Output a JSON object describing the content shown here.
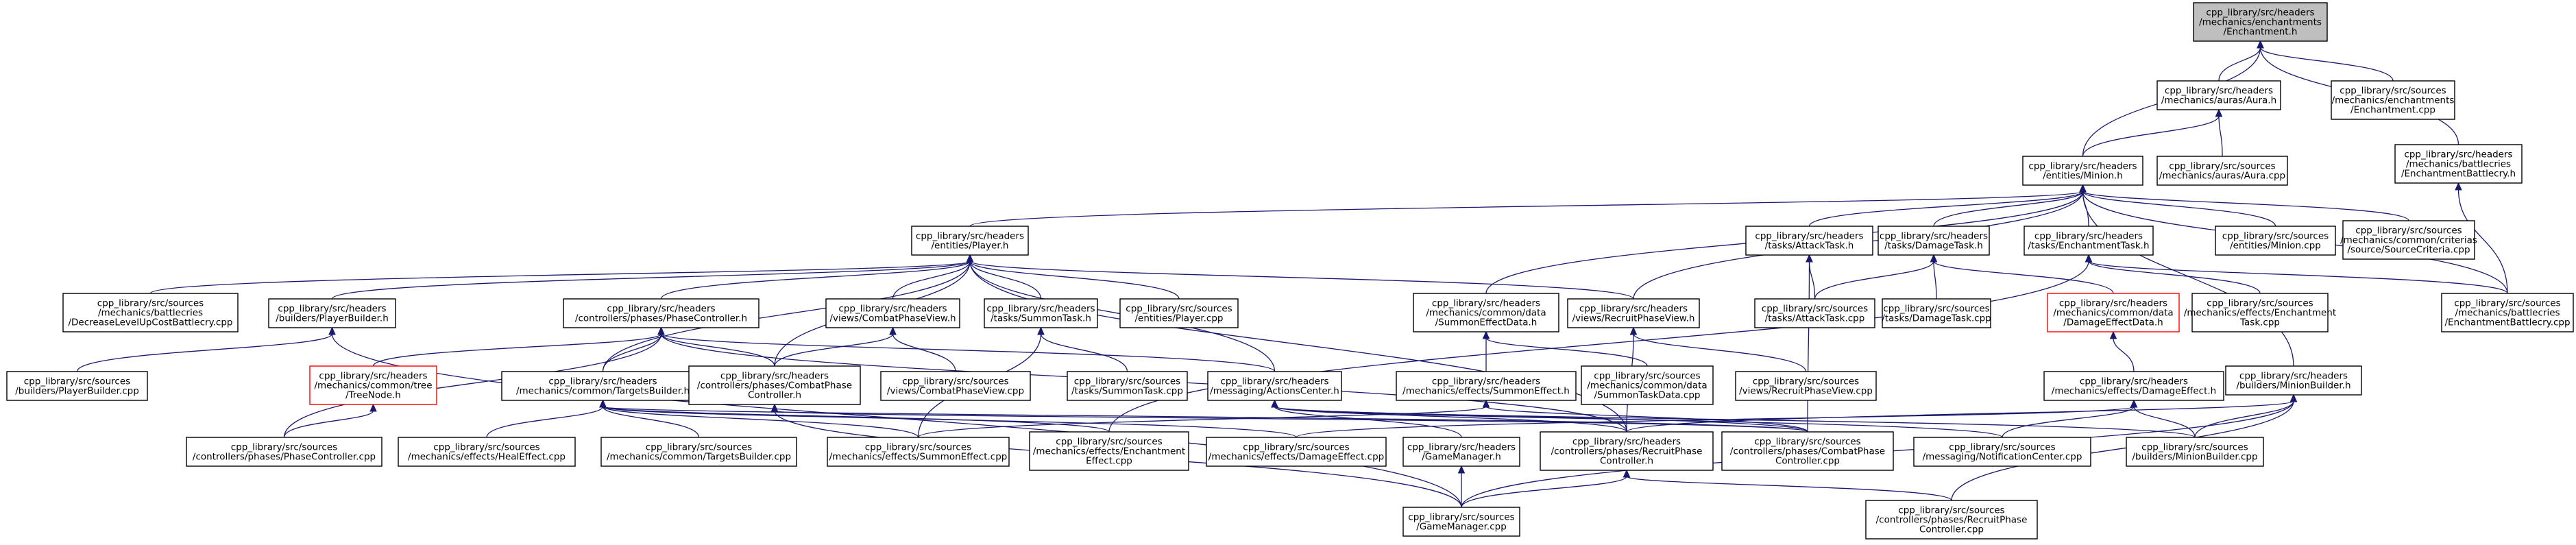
{
  "graph": {
    "type": "include-dependency-graph",
    "colors": {
      "edge": "#191970",
      "node_border": "#000000",
      "node_fill": "#ffffff",
      "focus_fill": "#bfbfbf",
      "incomplete_border": "#ff0000"
    },
    "nodes": [
      {
        "id": "enchantment_h",
        "lines": [
          "cpp_library/src/headers",
          "/mechanics/enchantments",
          "/Enchantment.h"
        ],
        "style": "focus"
      },
      {
        "id": "aura_h",
        "lines": [
          "cpp_library/src/headers",
          "/mechanics/auras/Aura.h"
        ],
        "style": "normal"
      },
      {
        "id": "enchantment_cpp",
        "lines": [
          "cpp_library/src/sources",
          "/mechanics/enchantments",
          "/Enchantment.cpp"
        ],
        "style": "normal"
      },
      {
        "id": "minion_h",
        "lines": [
          "cpp_library/src/headers",
          "/entities/Minion.h"
        ],
        "style": "normal"
      },
      {
        "id": "aura_cpp",
        "lines": [
          "cpp_library/src/sources",
          "/mechanics/auras/Aura.cpp"
        ],
        "style": "normal"
      },
      {
        "id": "ench_battlecry_h",
        "lines": [
          "cpp_library/src/headers",
          "/mechanics/battlecries",
          "/EnchantmentBattlecry.h"
        ],
        "style": "normal"
      },
      {
        "id": "player_h",
        "lines": [
          "cpp_library/src/headers",
          "/entities/Player.h"
        ],
        "style": "normal"
      },
      {
        "id": "attacktask_h",
        "lines": [
          "cpp_library/src/headers",
          "/tasks/AttackTask.h"
        ],
        "style": "normal"
      },
      {
        "id": "damagetask_h",
        "lines": [
          "cpp_library/src/headers",
          "/tasks/DamageTask.h"
        ],
        "style": "normal"
      },
      {
        "id": "enchtask_h",
        "lines": [
          "cpp_library/src/headers",
          "/tasks/EnchantmentTask.h"
        ],
        "style": "normal"
      },
      {
        "id": "minion_cpp",
        "lines": [
          "cpp_library/src/sources",
          "/entities/Minion.cpp"
        ],
        "style": "normal"
      },
      {
        "id": "sourcecriteria_cpp",
        "lines": [
          "cpp_library/src/sources",
          "/mechanics/common/criterias",
          "/source/SourceCriteria.cpp"
        ],
        "style": "normal"
      },
      {
        "id": "decrease_cpp",
        "lines": [
          "cpp_library/src/sources",
          "/mechanics/battlecries",
          "/DecreaseLevelUpCostBattlecry.cpp"
        ],
        "style": "normal"
      },
      {
        "id": "playerbuilder_h",
        "lines": [
          "cpp_library/src/headers",
          "/builders/PlayerBuilder.h"
        ],
        "style": "normal"
      },
      {
        "id": "phasecontroller_h",
        "lines": [
          "cpp_library/src/headers",
          "/controllers/phases/PhaseController.h"
        ],
        "style": "normal"
      },
      {
        "id": "combatview_h",
        "lines": [
          "cpp_library/src/headers",
          "/views/CombatPhaseView.h"
        ],
        "style": "normal"
      },
      {
        "id": "summontask_h",
        "lines": [
          "cpp_library/src/headers",
          "/tasks/SummonTask.h"
        ],
        "style": "normal"
      },
      {
        "id": "player_cpp",
        "lines": [
          "cpp_library/src/sources",
          "/entities/Player.cpp"
        ],
        "style": "normal"
      },
      {
        "id": "summondata_h",
        "lines": [
          "cpp_library/src/headers",
          "/mechanics/common/data",
          "/SummonEffectData.h"
        ],
        "style": "normal"
      },
      {
        "id": "recruitview_h",
        "lines": [
          "cpp_library/src/headers",
          "/views/RecruitPhaseView.h"
        ],
        "style": "normal"
      },
      {
        "id": "attacktask_cpp",
        "lines": [
          "cpp_library/src/sources",
          "/tasks/AttackTask.cpp"
        ],
        "style": "normal"
      },
      {
        "id": "damagetask_cpp",
        "lines": [
          "cpp_library/src/sources",
          "/tasks/DamageTask.cpp"
        ],
        "style": "normal"
      },
      {
        "id": "damagedata_h",
        "lines": [
          "cpp_library/src/headers",
          "/mechanics/common/data",
          "/DamageEffectData.h"
        ],
        "style": "incomplete"
      },
      {
        "id": "enchtask_cpp",
        "lines": [
          "cpp_library/src/sources",
          "/mechanics/effects/Enchantment",
          "Task.cpp"
        ],
        "style": "normal"
      },
      {
        "id": "ench_battlecry_cpp",
        "lines": [
          "cpp_library/src/sources",
          "/mechanics/battlecries",
          "/EnchantmentBattlecry.cpp"
        ],
        "style": "normal"
      },
      {
        "id": "playerbuilder_cpp",
        "lines": [
          "cpp_library/src/sources",
          "/builders/PlayerBuilder.cpp"
        ],
        "style": "normal"
      },
      {
        "id": "treenode_h",
        "lines": [
          "cpp_library/src/headers",
          "/mechanics/common/tree",
          "/TreeNode.h"
        ],
        "style": "incomplete"
      },
      {
        "id": "targetsbuilder_h",
        "lines": [
          "cpp_library/src/headers",
          "/mechanics/common/TargetsBuilder.h"
        ],
        "style": "normal"
      },
      {
        "id": "combatcontroller_h",
        "lines": [
          "cpp_library/src/headers",
          "/controllers/phases/CombatPhase",
          "Controller.h"
        ],
        "style": "normal"
      },
      {
        "id": "combatview_cpp",
        "lines": [
          "cpp_library/src/sources",
          "/views/CombatPhaseView.cpp"
        ],
        "style": "normal"
      },
      {
        "id": "summontask_cpp",
        "lines": [
          "cpp_library/src/sources",
          "/tasks/SummonTask.cpp"
        ],
        "style": "normal"
      },
      {
        "id": "actionscenter_h",
        "lines": [
          "cpp_library/src/headers",
          "/messaging/ActionsCenter.h"
        ],
        "style": "normal"
      },
      {
        "id": "summoneffect_h",
        "lines": [
          "cpp_library/src/headers",
          "/mechanics/effects/SummonEffect.h"
        ],
        "style": "normal"
      },
      {
        "id": "summondata_cpp",
        "lines": [
          "cpp_library/src/sources",
          "/mechanics/common/data",
          "/SummonTaskData.cpp"
        ],
        "style": "normal"
      },
      {
        "id": "recruitview_cpp",
        "lines": [
          "cpp_library/src/sources",
          "/views/RecruitPhaseView.cpp"
        ],
        "style": "normal"
      },
      {
        "id": "damageeffect_h",
        "lines": [
          "cpp_library/src/headers",
          "/mechanics/effects/DamageEffect.h"
        ],
        "style": "normal"
      },
      {
        "id": "minionbuilder_h",
        "lines": [
          "cpp_library/src/headers",
          "/builders/MinionBuilder.h"
        ],
        "style": "normal"
      },
      {
        "id": "phasecontroller_cpp",
        "lines": [
          "cpp_library/src/sources",
          "/controllers/phases/PhaseController.cpp"
        ],
        "style": "normal"
      },
      {
        "id": "healeffect_cpp",
        "lines": [
          "cpp_library/src/sources",
          "/mechanics/effects/HealEffect.cpp"
        ],
        "style": "normal"
      },
      {
        "id": "targetsbuilder_cpp",
        "lines": [
          "cpp_library/src/sources",
          "/mechanics/common/TargetsBuilder.cpp"
        ],
        "style": "normal"
      },
      {
        "id": "summoneffect_cpp",
        "lines": [
          "cpp_library/src/sources",
          "/mechanics/effects/SummonEffect.cpp"
        ],
        "style": "normal"
      },
      {
        "id": "ench_effect_cpp",
        "lines": [
          "cpp_library/src/sources",
          "/mechanics/effects/Enchantment",
          "Effect.cpp"
        ],
        "style": "normal"
      },
      {
        "id": "damageeffect_cpp",
        "lines": [
          "cpp_library/src/sources",
          "/mechanics/effects/DamageEffect.cpp"
        ],
        "style": "normal"
      },
      {
        "id": "gamemanager_h",
        "lines": [
          "cpp_library/src/headers",
          "/GameManager.h"
        ],
        "style": "normal"
      },
      {
        "id": "recruitcontroller_h",
        "lines": [
          "cpp_library/src/headers",
          "/controllers/phases/RecruitPhase",
          "Controller.h"
        ],
        "style": "normal"
      },
      {
        "id": "combatcontroller_cpp",
        "lines": [
          "cpp_library/src/sources",
          "/controllers/phases/CombatPhase",
          "Controller.cpp"
        ],
        "style": "normal"
      },
      {
        "id": "notification_cpp",
        "lines": [
          "cpp_library/src/sources",
          "/messaging/NotificationCenter.cpp"
        ],
        "style": "normal"
      },
      {
        "id": "minionbuilder_cpp",
        "lines": [
          "cpp_library/src/sources",
          "/builders/MinionBuilder.cpp"
        ],
        "style": "normal"
      },
      {
        "id": "gamemanager_cpp",
        "lines": [
          "cpp_library/src/sources",
          "/GameManager.cpp"
        ],
        "style": "normal"
      },
      {
        "id": "recruitcontroller_cpp",
        "lines": [
          "cpp_library/src/sources",
          "/controllers/phases/RecruitPhase",
          "Controller.cpp"
        ],
        "style": "normal"
      }
    ],
    "edges": [
      [
        "enchantment_h",
        "aura_h"
      ],
      [
        "enchantment_h",
        "enchantment_cpp"
      ],
      [
        "enchantment_h",
        "minion_h"
      ],
      [
        "enchantment_h",
        "ench_battlecry_h"
      ],
      [
        "aura_h",
        "minion_h"
      ],
      [
        "aura_h",
        "aura_cpp"
      ],
      [
        "ench_battlecry_h",
        "ench_battlecry_cpp"
      ],
      [
        "minion_h",
        "player_h"
      ],
      [
        "minion_h",
        "attacktask_h"
      ],
      [
        "minion_h",
        "damagetask_h"
      ],
      [
        "minion_h",
        "enchtask_h"
      ],
      [
        "minion_h",
        "minion_cpp"
      ],
      [
        "minion_h",
        "sourcecriteria_cpp"
      ],
      [
        "minion_h",
        "summondata_h"
      ],
      [
        "minion_h",
        "recruitview_h"
      ],
      [
        "minion_h",
        "minionbuilder_h"
      ],
      [
        "minion_h",
        "ench_battlecry_cpp"
      ],
      [
        "player_h",
        "decrease_cpp"
      ],
      [
        "player_h",
        "playerbuilder_h"
      ],
      [
        "player_h",
        "phasecontroller_h"
      ],
      [
        "player_h",
        "combatview_h"
      ],
      [
        "player_h",
        "summontask_h"
      ],
      [
        "player_h",
        "player_cpp"
      ],
      [
        "player_h",
        "recruitview_h"
      ],
      [
        "player_h",
        "targetsbuilder_h"
      ],
      [
        "player_h",
        "combatcontroller_h"
      ],
      [
        "player_h",
        "actionscenter_h"
      ],
      [
        "player_h",
        "recruitcontroller_h"
      ],
      [
        "attacktask_h",
        "attacktask_cpp"
      ],
      [
        "attacktask_h",
        "combatcontroller_cpp"
      ],
      [
        "damagetask_h",
        "attacktask_cpp"
      ],
      [
        "damagetask_h",
        "damagetask_cpp"
      ],
      [
        "damagetask_h",
        "damagedata_h"
      ],
      [
        "enchtask_h",
        "enchtask_cpp"
      ],
      [
        "enchtask_h",
        "ench_battlecry_cpp"
      ],
      [
        "enchtask_h",
        "ench_effect_cpp"
      ],
      [
        "playerbuilder_h",
        "playerbuilder_cpp"
      ],
      [
        "playerbuilder_h",
        "gamemanager_cpp"
      ],
      [
        "phasecontroller_h",
        "treenode_h"
      ],
      [
        "phasecontroller_h",
        "targetsbuilder_h"
      ],
      [
        "phasecontroller_h",
        "combatcontroller_h"
      ],
      [
        "phasecontroller_h",
        "actionscenter_h"
      ],
      [
        "phasecontroller_h",
        "phasecontroller_cpp"
      ],
      [
        "phasecontroller_h",
        "recruitcontroller_h"
      ],
      [
        "combatview_h",
        "combatview_cpp"
      ],
      [
        "combatview_h",
        "combatcontroller_h"
      ],
      [
        "summontask_h",
        "summontask_cpp"
      ],
      [
        "summontask_h",
        "summoneffect_cpp"
      ],
      [
        "summondata_h",
        "summoneffect_h"
      ],
      [
        "summondata_h",
        "summondata_cpp"
      ],
      [
        "recruitview_h",
        "recruitview_cpp"
      ],
      [
        "recruitview_h",
        "recruitcontroller_h"
      ],
      [
        "damagedata_h",
        "damageeffect_h"
      ],
      [
        "treenode_h",
        "phasecontroller_cpp"
      ],
      [
        "targetsbuilder_h",
        "healeffect_cpp"
      ],
      [
        "targetsbuilder_h",
        "targetsbuilder_cpp"
      ],
      [
        "targetsbuilder_h",
        "summoneffect_cpp"
      ],
      [
        "targetsbuilder_h",
        "ench_effect_cpp"
      ],
      [
        "targetsbuilder_h",
        "damageeffect_cpp"
      ],
      [
        "targetsbuilder_h",
        "combatcontroller_cpp"
      ],
      [
        "combatcontroller_h",
        "gamemanager_cpp"
      ],
      [
        "combatcontroller_h",
        "combatcontroller_cpp"
      ],
      [
        "actionscenter_h",
        "gamemanager_h"
      ],
      [
        "actionscenter_h",
        "recruitcontroller_h"
      ],
      [
        "actionscenter_h",
        "combatcontroller_cpp"
      ],
      [
        "actionscenter_h",
        "notification_cpp"
      ],
      [
        "actionscenter_h",
        "minionbuilder_cpp"
      ],
      [
        "summoneffect_h",
        "summoneffect_cpp"
      ],
      [
        "summoneffect_h",
        "combatcontroller_cpp"
      ],
      [
        "damageeffect_h",
        "damageeffect_cpp"
      ],
      [
        "damageeffect_h",
        "notification_cpp"
      ],
      [
        "damageeffect_h",
        "minionbuilder_cpp"
      ],
      [
        "minionbuilder_h",
        "minionbuilder_cpp"
      ],
      [
        "minionbuilder_h",
        "gamemanager_cpp"
      ],
      [
        "minionbuilder_h",
        "recruitcontroller_cpp"
      ],
      [
        "minionbuilder_h",
        "recruitcontroller_h"
      ],
      [
        "gamemanager_h",
        "gamemanager_cpp"
      ],
      [
        "recruitcontroller_h",
        "gamemanager_cpp"
      ],
      [
        "recruitcontroller_h",
        "recruitcontroller_cpp"
      ]
    ]
  }
}
